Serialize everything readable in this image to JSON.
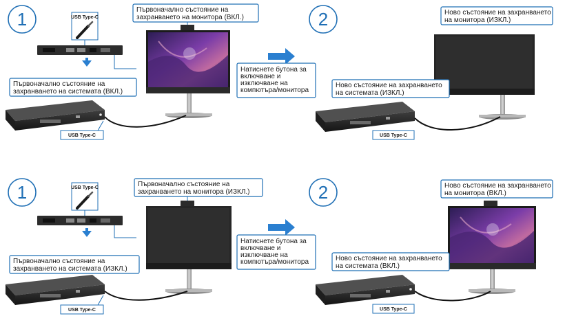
{
  "scenario_on": {
    "step1": {
      "number": "1",
      "monitor_callout": [
        "Първоначално състояние на",
        "захранването на монитора (ВКЛ.)"
      ],
      "system_callout": [
        "Първоначално състояние на",
        "захранването на системата (ВКЛ.)"
      ],
      "usb_port_label": "USB Type-C",
      "usb_cable_label": "USB Type-C",
      "action_callout": [
        "Натиснете бутона за",
        "включване и",
        "изключване на",
        "компютъра/монитора"
      ]
    },
    "step2": {
      "number": "2",
      "monitor_callout": [
        "Ново състояние на захранването",
        "на монитора (ИЗКЛ.)"
      ],
      "system_callout": [
        "Ново състояние на захранването",
        "на системата (ИЗКЛ.)"
      ],
      "usb_cable_label": "USB Type-C"
    }
  },
  "scenario_off": {
    "step1": {
      "number": "1",
      "monitor_callout": [
        "Първоначално състояние на",
        "захранването на монитора (ИЗКЛ.)"
      ],
      "system_callout": [
        "Първоначално състояние на",
        "захранването на системата (ИЗКЛ.)"
      ],
      "usb_port_label": "USB Type-C",
      "usb_cable_label": "USB Type-C",
      "action_callout": [
        "Натиснете бутона за",
        "включване и",
        "изключване на",
        "компютъра/монитора"
      ]
    },
    "step2": {
      "number": "2",
      "monitor_callout": [
        "Ново състояние на захранването",
        "на монитора (ВКЛ.)"
      ],
      "system_callout": [
        "Ново състояние на захранването",
        "на системата (ВКЛ.)"
      ],
      "usb_cable_label": "USB Type-C"
    }
  },
  "colors": {
    "accent": "#1f6fb5",
    "arrow": "#2a7fd0",
    "screen_off": "#2b2b2b",
    "screen_on": "#7a3ca0"
  }
}
